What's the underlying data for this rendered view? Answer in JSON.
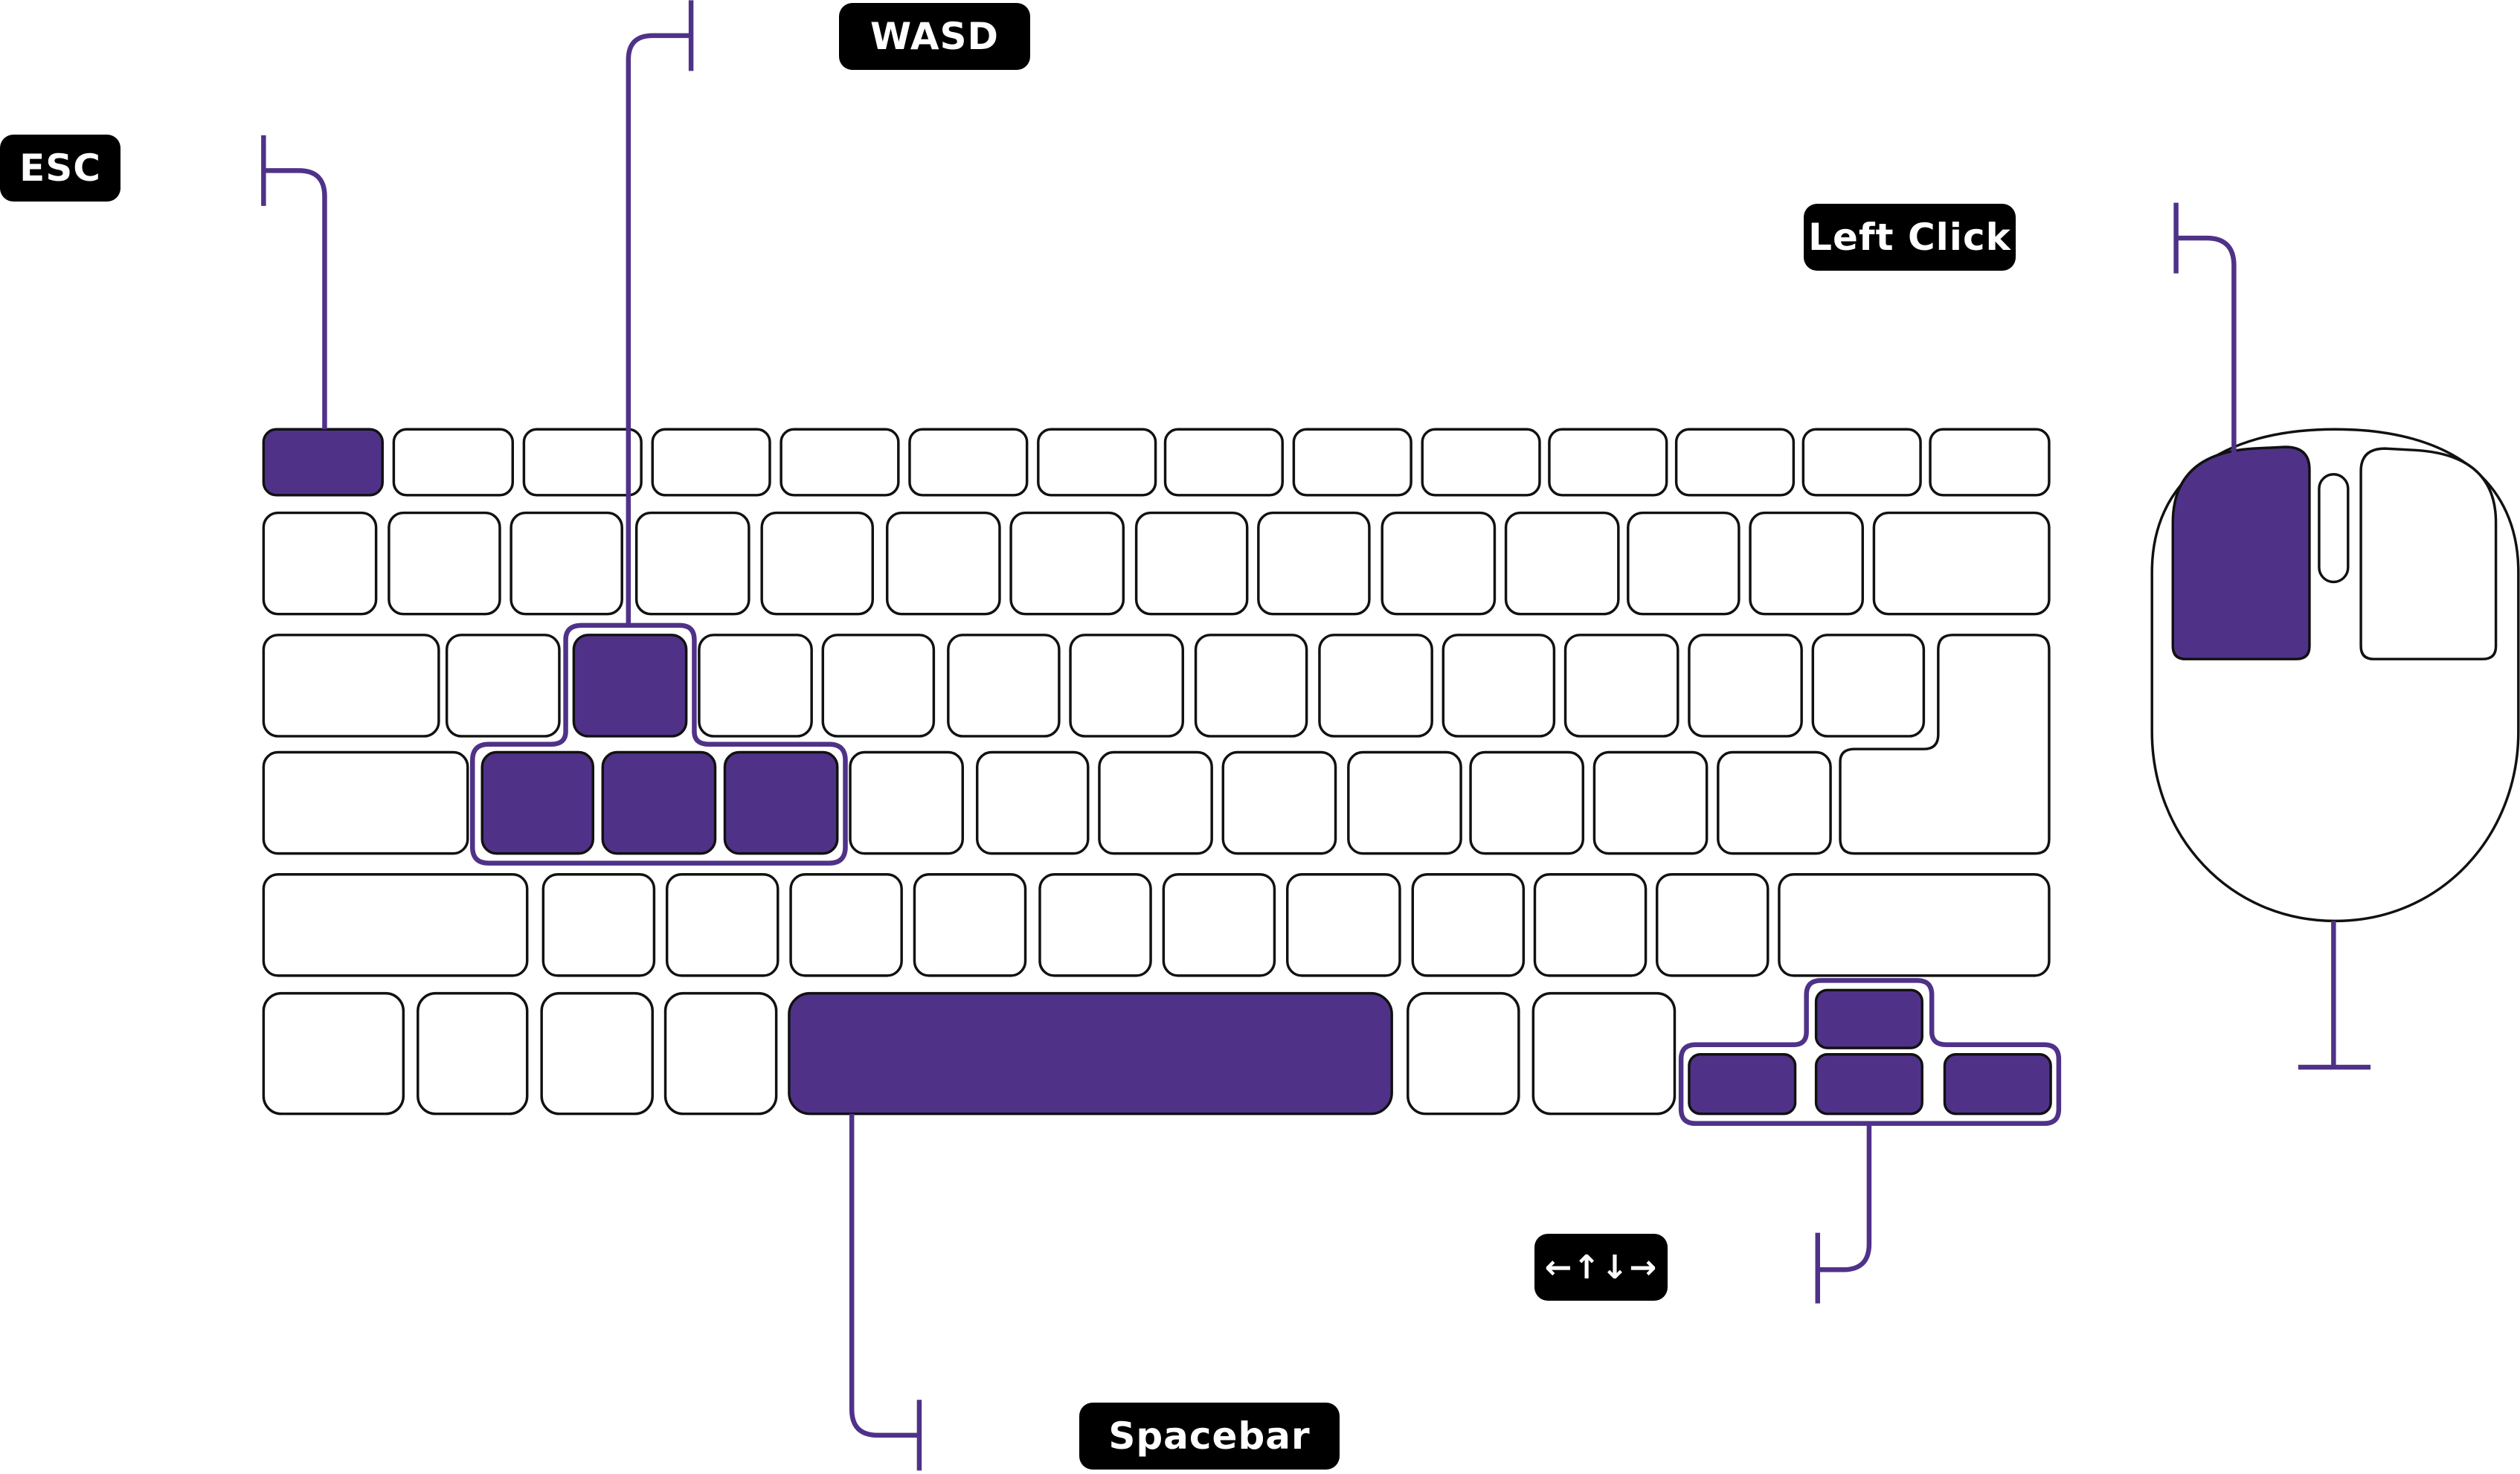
{
  "colors": {
    "accent": "#4f3288",
    "key_stroke": "#111111",
    "key_fill": "#ffffff",
    "label_bg": "#000000",
    "label_text": "#ffffff"
  },
  "labels": {
    "esc": "ESC",
    "wasd": "WASD",
    "left_click": "Left Click",
    "arrows": "←↑↓→",
    "spacebar": "Spacebar"
  },
  "highlighted_keys": [
    "esc",
    "w",
    "a",
    "s",
    "d",
    "space",
    "up",
    "left",
    "down",
    "right"
  ],
  "mouse": {
    "highlighted_button": "left"
  }
}
